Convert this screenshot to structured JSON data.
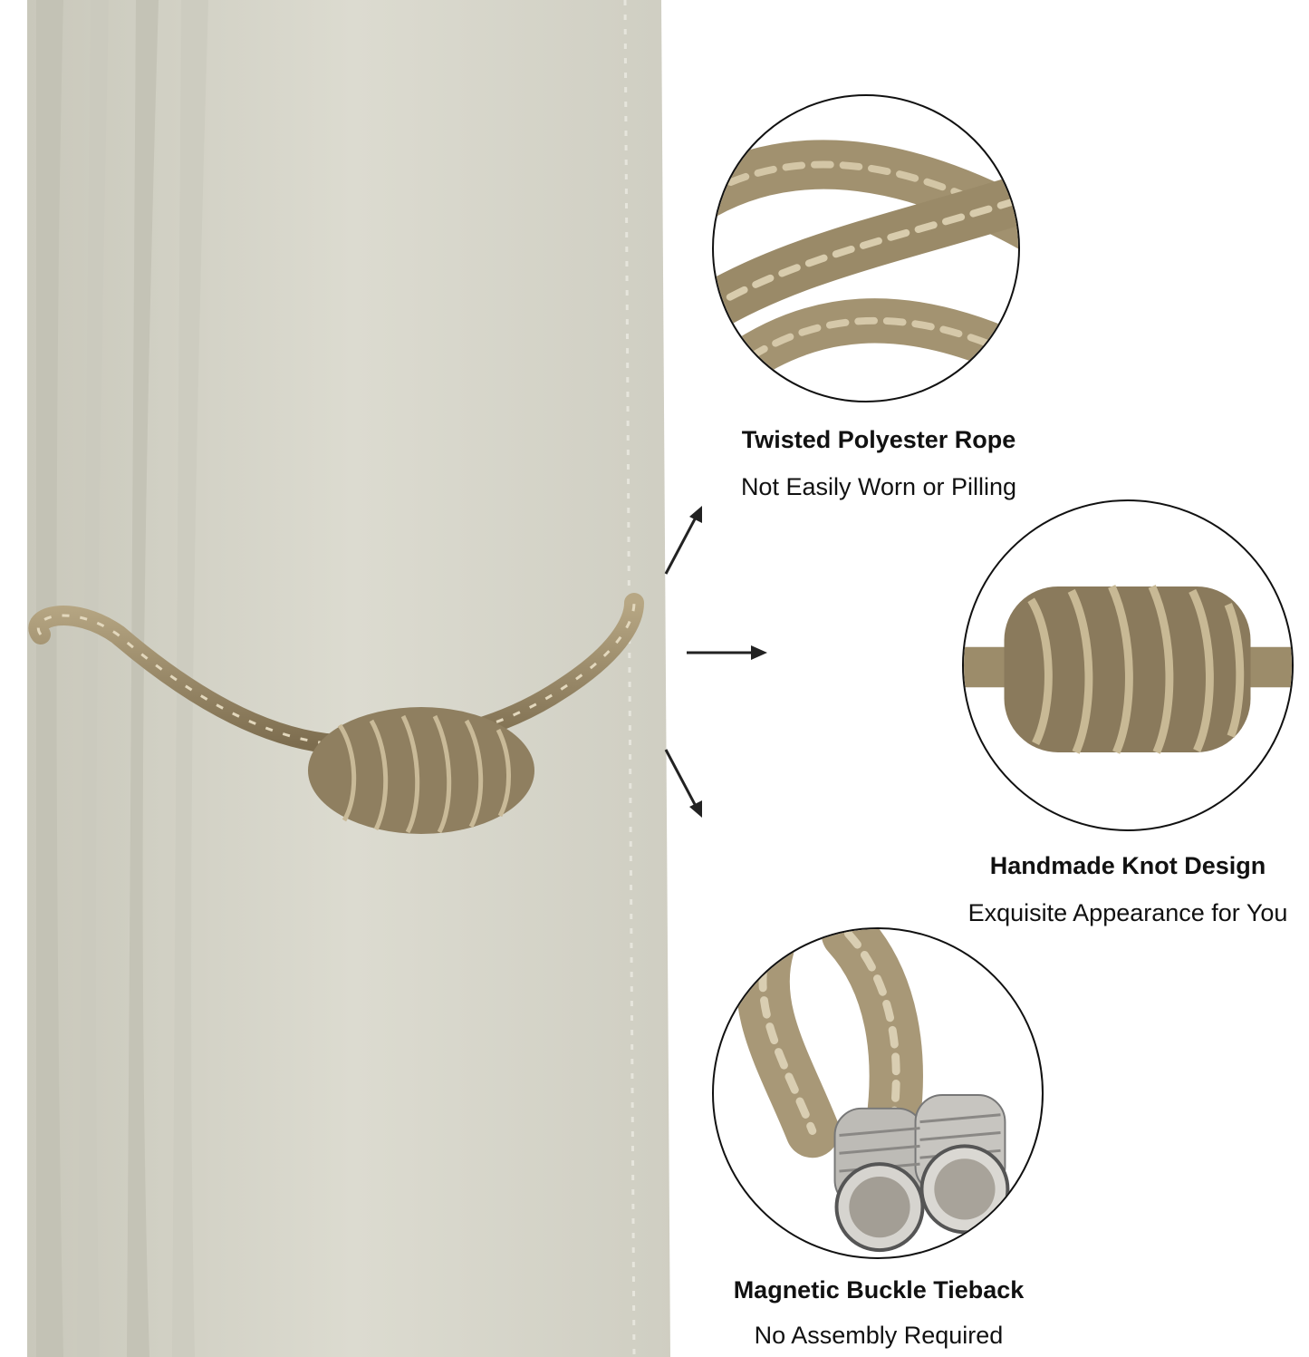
{
  "colors": {
    "curtain": "#d9d8cc",
    "curtain_shadow": "#b9b8ab",
    "rope": "#9c8c6c",
    "rope_dark": "#6e5f44",
    "magnet": "#c9c7c3"
  },
  "features": [
    {
      "id": "rope",
      "icon": "twisted-rope-closeup",
      "title": "Twisted Polyester Rope",
      "subtitle": "Not Easily Worn or Pilling"
    },
    {
      "id": "knot",
      "icon": "knot-closeup",
      "title": "Handmade Knot Design",
      "subtitle": "Exquisite Appearance for You"
    },
    {
      "id": "magnet",
      "icon": "magnetic-buckle-closeup",
      "title": "Magnetic Buckle Tieback",
      "subtitle": "No Assembly Required"
    }
  ]
}
